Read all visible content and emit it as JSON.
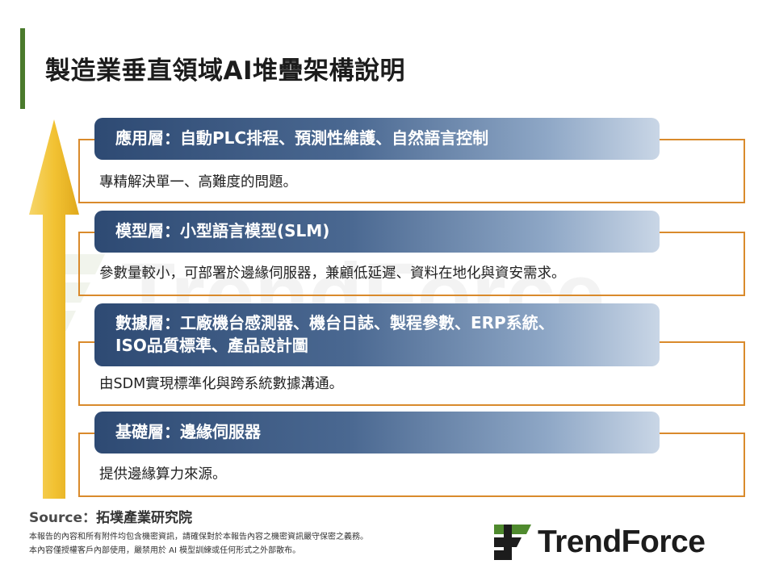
{
  "title": "製造業垂直領域AI堆疊架構說明",
  "layers": [
    {
      "head": "應用層：自動PLC排程、預測性維護、自然語言控制",
      "desc": "專精解決單一、高難度的問題。"
    },
    {
      "head": "模型層：小型語言模型(SLM)",
      "desc": "參數量較小，可部署於邊緣伺服器，兼顧低延遲、資料在地化與資安需求。"
    },
    {
      "head_line1": "數據層：工廠機台感測器、機台日誌、製程參數、ERP系統、",
      "head_line2": "ISO品質標準、產品設計圖",
      "desc": "由SDM實現標準化與跨系統數據溝通。"
    },
    {
      "head": "基礎層：邊緣伺服器",
      "desc": "提供邊緣算力來源。"
    }
  ],
  "source": {
    "label": "Source：",
    "value": "拓墣產業研究院"
  },
  "disclaimer": [
    "本報告的內容和所有附件均包含機密資訊，請確保對於本報告內容之機密資訊嚴守保密之義務。",
    "本內容僅授權客戶內部使用，嚴禁用於 AI 模型訓練或任何形式之外部散布。"
  ],
  "logo": {
    "text": "TrendForce",
    "watermark_text": "TrendForce"
  },
  "colors": {
    "title_bar": "#4a7a2c",
    "box_border": "#d98a2c",
    "head_dark": "#2e4a73",
    "head_light": "#c9d6e6",
    "arrow": "#f2c233",
    "logo_green": "#4f8a2e"
  }
}
